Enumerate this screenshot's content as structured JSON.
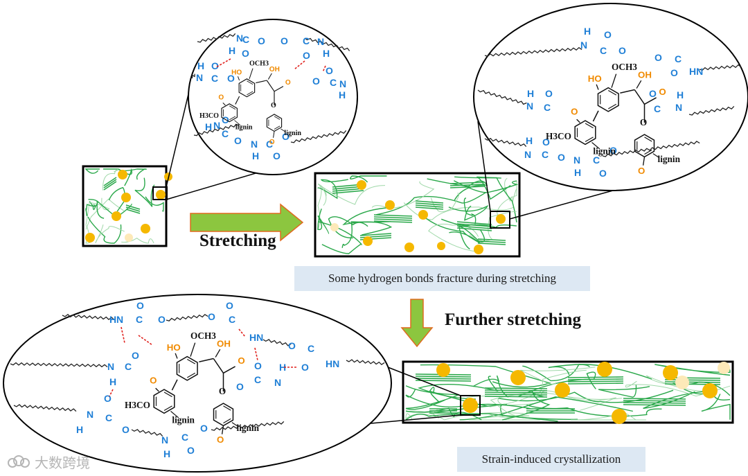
{
  "labels": {
    "stretching": "Stretching",
    "further_stretching": "Further stretching"
  },
  "captions": {
    "fracture": "Some hydrogen bonds fracture during stretching",
    "crystallization": "Strain-induced crystallization"
  },
  "chemistry": {
    "och3": "OCH3",
    "h3co": "H3CO",
    "lignin": "lignin",
    "oh": "OH",
    "ho": "HO",
    "hn": "HN",
    "n": "N",
    "h": "H",
    "c": "C",
    "o": "O"
  },
  "watermark": "大数跨境",
  "colors": {
    "urethane_blue": "#1f7fd6",
    "hydroxyl_orange": "#f08a00",
    "hbond_red": "#e0201c",
    "chain_green": "#2aa84a",
    "domain_yellow": "#f5b800",
    "arrow_green": "#8cc63f",
    "arrow_outline": "#e06a1f",
    "caption_bg": "#dde8f3"
  },
  "icons": {
    "process_arrow": "right-arrow-icon",
    "down_arrow": "down-arrow-icon",
    "watermark_logo": "cloud-logo-icon"
  }
}
